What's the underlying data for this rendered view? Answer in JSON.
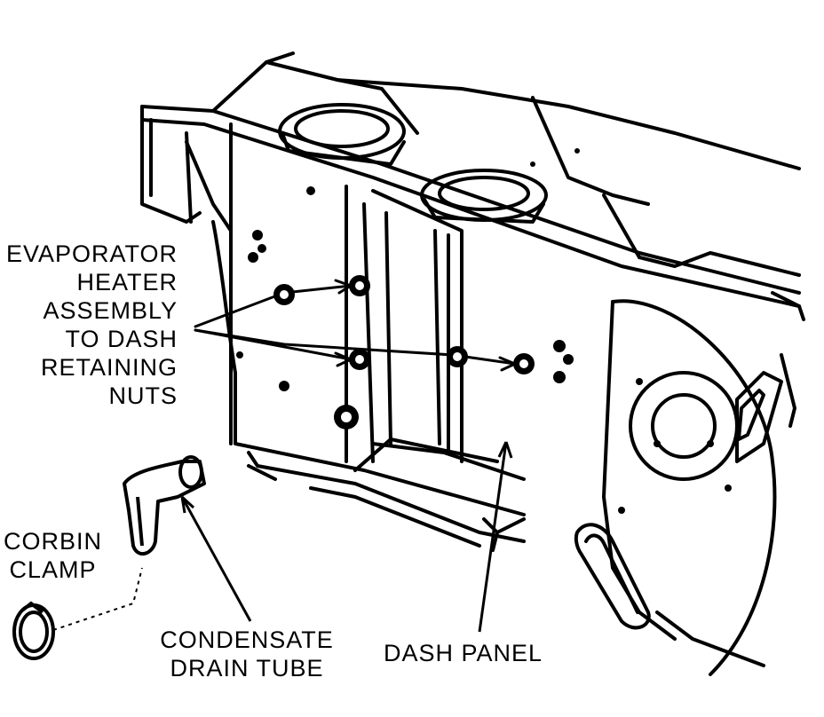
{
  "callouts": {
    "evaporator_nuts": [
      "EVAPORATOR",
      "HEATER",
      "ASSEMBLY",
      "TO DASH",
      "RETAINING",
      "NUTS"
    ],
    "corbin_clamp": [
      "CORBIN",
      "CLAMP"
    ],
    "condensate_drain_tube": [
      "CONDENSATE",
      "DRAIN TUBE"
    ],
    "dash_panel": [
      "DASH PANEL"
    ]
  },
  "colors": {
    "ink": "#000000",
    "paper": "#ffffff"
  }
}
